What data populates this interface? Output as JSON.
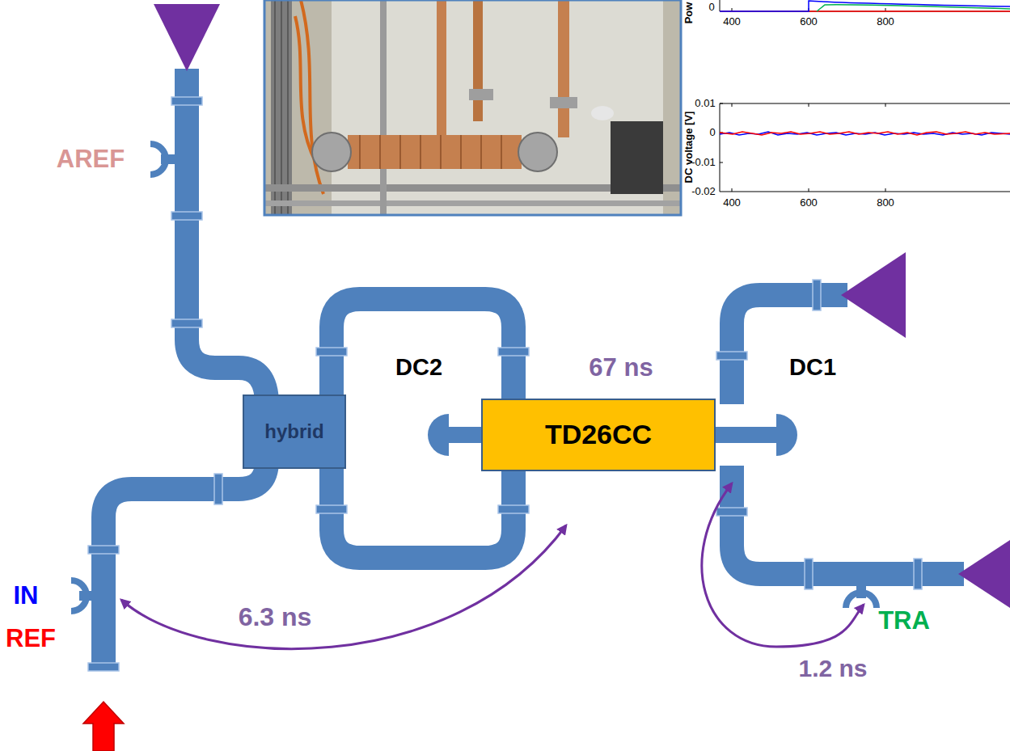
{
  "diagram": {
    "nodes": [
      {
        "text": [
          "hybrid"
        ]
      },
      {
        "text": [
          "TD26CC"
        ]
      }
    ],
    "edges": [
      {
        "from": 0,
        "to": 1,
        "arrow": "none"
      },
      {
        "from": 0,
        "to": 1,
        "arrow": "none"
      }
    ],
    "labels": [
      "AREF",
      "DC2",
      "67 ns",
      "DC1",
      "6.3 ns",
      "1.2 ns",
      "IN",
      "REF",
      "TRA",
      "Pow",
      "0",
      "400",
      "600",
      "800",
      "DC voltage [V]",
      "0.01",
      "0",
      "-0.01",
      "-0.02",
      "400",
      "600",
      "800"
    ]
  }
}
